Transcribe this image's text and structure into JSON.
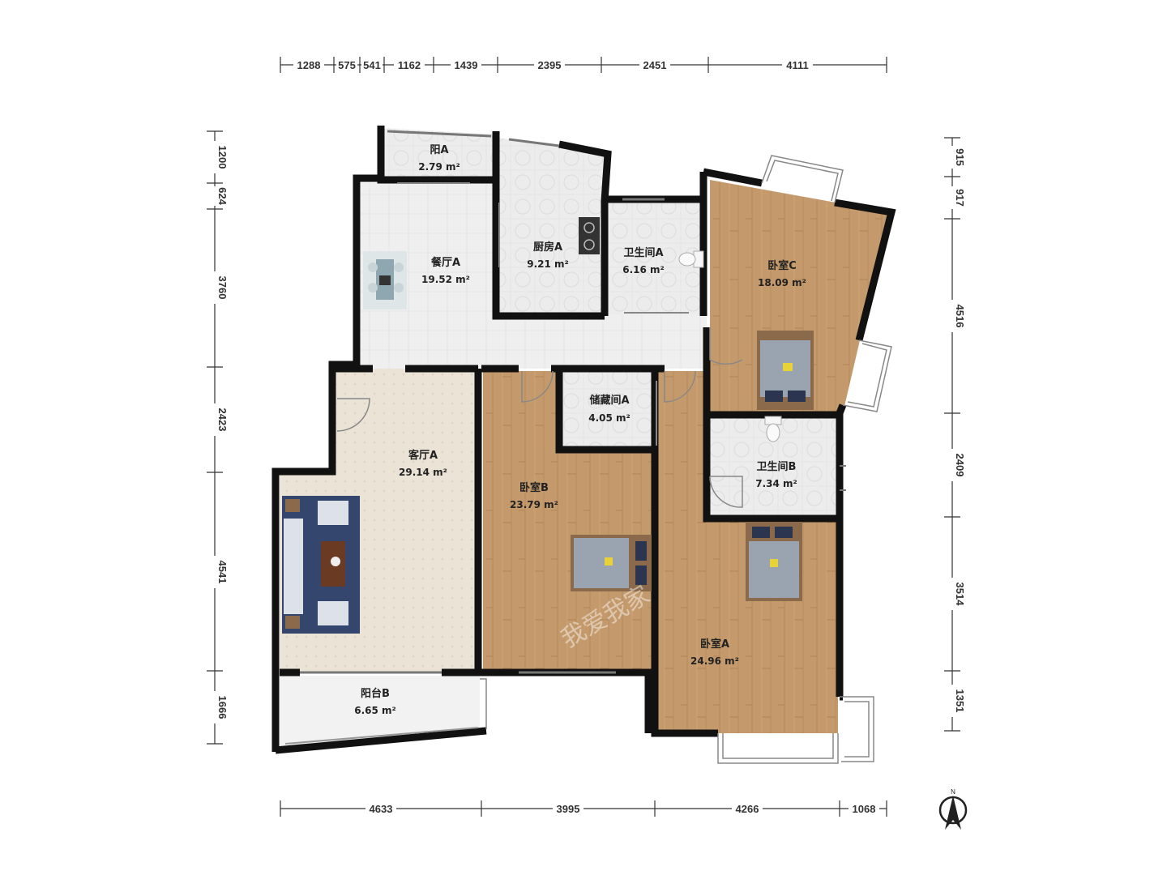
{
  "dimensions": {
    "top": [
      "1288",
      "575",
      "541",
      "1162",
      "1439",
      "2395",
      "2451",
      "4111"
    ],
    "bottom": [
      "4633",
      "3995",
      "4266",
      "1068"
    ],
    "left": [
      "1200",
      "624",
      "3760",
      "2423",
      "4541",
      "1666"
    ],
    "right": [
      "915",
      "917",
      "4516",
      "2409",
      "3514",
      "1351"
    ]
  },
  "rooms": {
    "balcony_a": {
      "name": "阳A",
      "area": "2.79 m²"
    },
    "kitchen_a": {
      "name": "厨房A",
      "area": "9.21 m²"
    },
    "bath_a": {
      "name": "卫生间A",
      "area": "6.16 m²"
    },
    "bedroom_c": {
      "name": "卧室C",
      "area": "18.09 m²"
    },
    "dining_a": {
      "name": "餐厅A",
      "area": "19.52 m²"
    },
    "storage_a": {
      "name": "储藏间A",
      "area": "4.05 m²"
    },
    "living_a": {
      "name": "客厅A",
      "area": "29.14 m²"
    },
    "bedroom_b": {
      "name": "卧室B",
      "area": "23.79 m²"
    },
    "bath_b": {
      "name": "卫生间B",
      "area": "7.34 m²"
    },
    "bedroom_a": {
      "name": "卧室A",
      "area": "24.96 m²"
    },
    "balcony_b": {
      "name": "阳台B",
      "area": "6.65 m²"
    }
  },
  "watermark": "我爱我家",
  "compass": {
    "label": "N"
  },
  "colors": {
    "wood": "#c49a6c",
    "tile": "#ececec",
    "carpet": "#eae3d6",
    "wall": "#111111",
    "sofa": "#34456e",
    "bedding": "#9aa3b0"
  }
}
